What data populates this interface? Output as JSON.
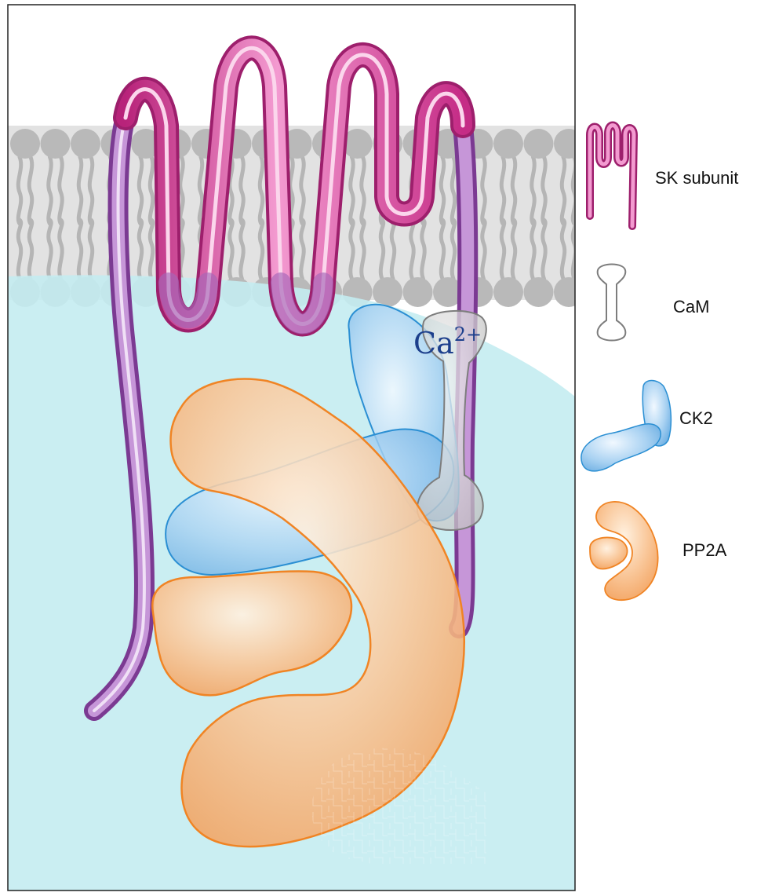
{
  "diagram": {
    "ion_label": {
      "base": "Ca",
      "charge": "2+"
    },
    "colors": {
      "membrane_bg": "#e2e2e2",
      "lipid_head": "#b9b9b9",
      "cytoplasm": "#c4ecf1",
      "sk_subunit": "#e0529f",
      "sk_subunit_inner": "#a567b9",
      "calmodulin": "#d0d0d0",
      "ck2": "#7fb8e8",
      "pp2a": "#f4a660"
    }
  },
  "legend": {
    "items": [
      {
        "key": "sk",
        "label": "SK subunit",
        "icon": "sk-subunit-icon"
      },
      {
        "key": "cam",
        "label": "CaM",
        "icon": "calmodulin-icon"
      },
      {
        "key": "ck2",
        "label": "CK2",
        "icon": "ck2-icon"
      },
      {
        "key": "pp2a",
        "label": "PP2A",
        "icon": "pp2a-icon"
      }
    ]
  }
}
